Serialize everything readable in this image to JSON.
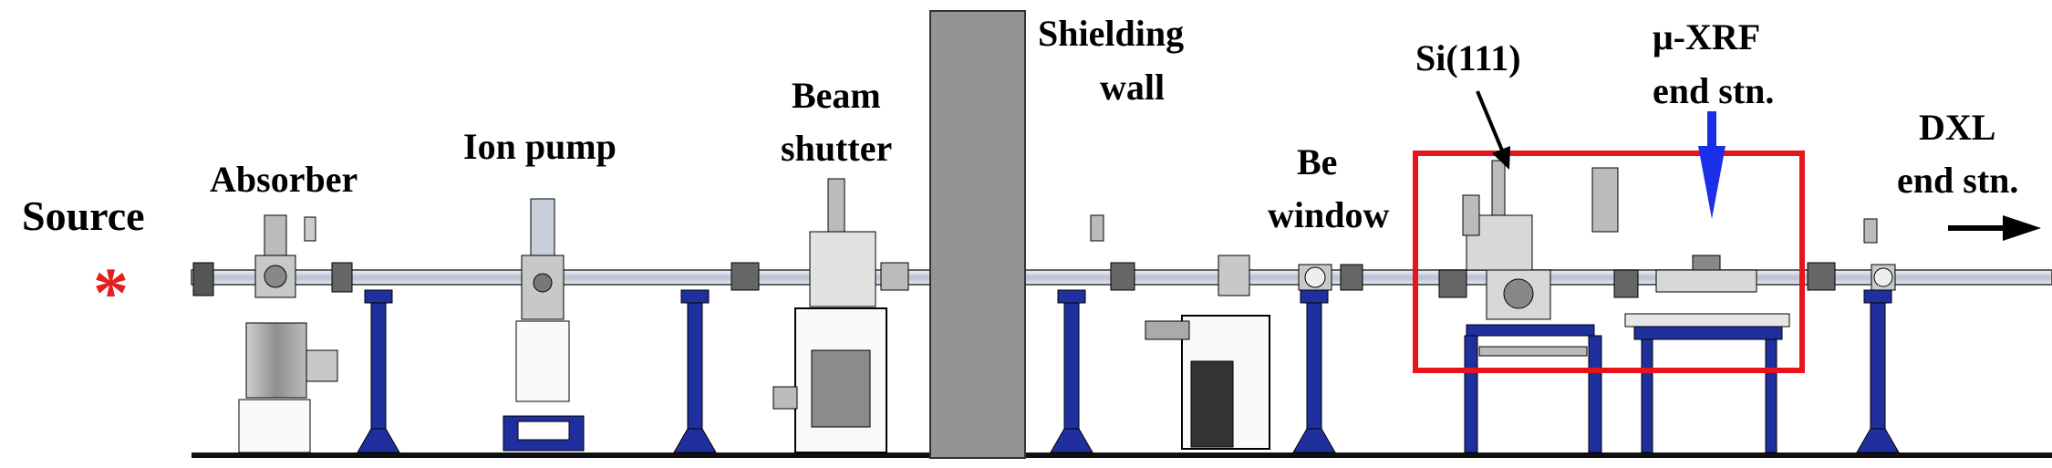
{
  "labels": {
    "source": "Source",
    "absorber": "Absorber",
    "ion_pump": "Ion pump",
    "beam_shutter": [
      "Beam",
      "shutter"
    ],
    "shielding_wall": [
      "Shielding",
      "wall"
    ],
    "be_window": [
      "Be",
      "window"
    ],
    "mono": "Si(111)",
    "uxrf": [
      "μ-XRF",
      "end stn."
    ],
    "dxl": [
      "DXL",
      "end stn."
    ]
  },
  "source_marker": "*",
  "colors": {
    "stand_blue": "#1f2f9e",
    "highlight_box": "#e8141c",
    "blue_arrow": "#1b2ee8",
    "beam_pipe": "#c9cfdc",
    "shield_wall": "#949494",
    "source_marker": "#e41f1f"
  }
}
